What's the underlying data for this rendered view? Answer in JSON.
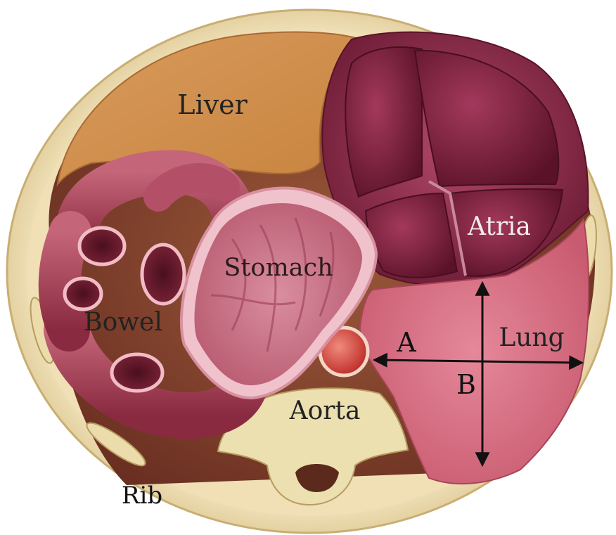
{
  "labels": {
    "liver": "Liver",
    "atria": "Atria",
    "stomach": "Stomach",
    "lung": "Lung",
    "bowel": "Bowel",
    "aorta": "Aorta",
    "rib": "Rib",
    "measure_a": "A",
    "measure_b": "B"
  },
  "colors": {
    "background": "#ffffff",
    "skin": "#e9d7a6",
    "body_wall": "#7a3b2c",
    "liver": "#d59556",
    "heart": "#8a2846",
    "stomach": "#c76f84",
    "bowel": "#a0384f",
    "lung": "#d77585",
    "vertebra": "#ece0b0",
    "aorta": "#d64844",
    "vein": "#2a3fb0"
  }
}
